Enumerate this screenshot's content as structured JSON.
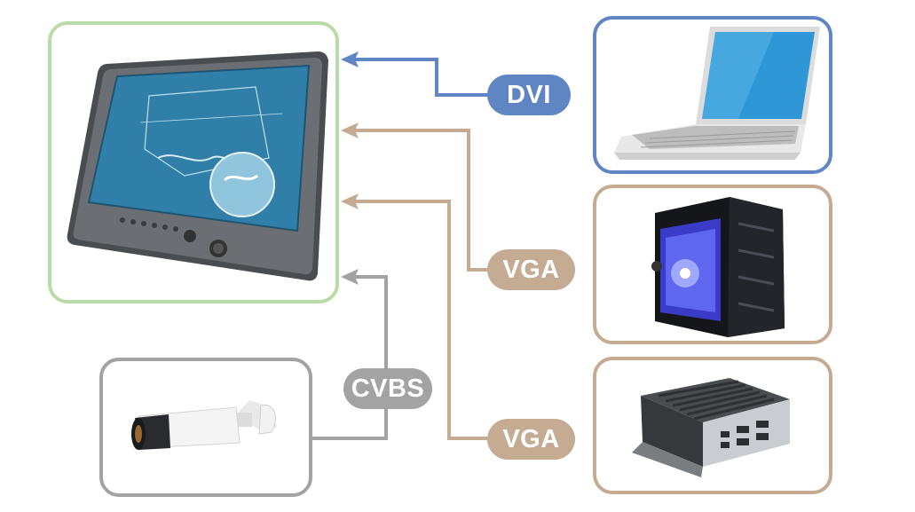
{
  "connections": {
    "dvi": {
      "label": "DVI",
      "color": "#5f86c2"
    },
    "vga_top": {
      "label": "VGA",
      "color": "#c6ab93"
    },
    "vga_bottom": {
      "label": "VGA",
      "color": "#c6ab93"
    },
    "cvbs": {
      "label": "CVBS",
      "color": "#a3a3a3"
    }
  },
  "devices": {
    "monitor": {
      "icon": "touchscreen-monitor-icon",
      "border": "#b9dba7"
    },
    "laptop": {
      "icon": "laptop-icon",
      "border": "#5f86c2"
    },
    "desktop": {
      "icon": "desktop-tower-icon",
      "border": "#c6ab93"
    },
    "box_pc": {
      "icon": "embedded-box-pc-icon",
      "border": "#c6ab93"
    },
    "camera": {
      "icon": "bullet-camera-icon",
      "border": "#a3a3a3"
    }
  }
}
